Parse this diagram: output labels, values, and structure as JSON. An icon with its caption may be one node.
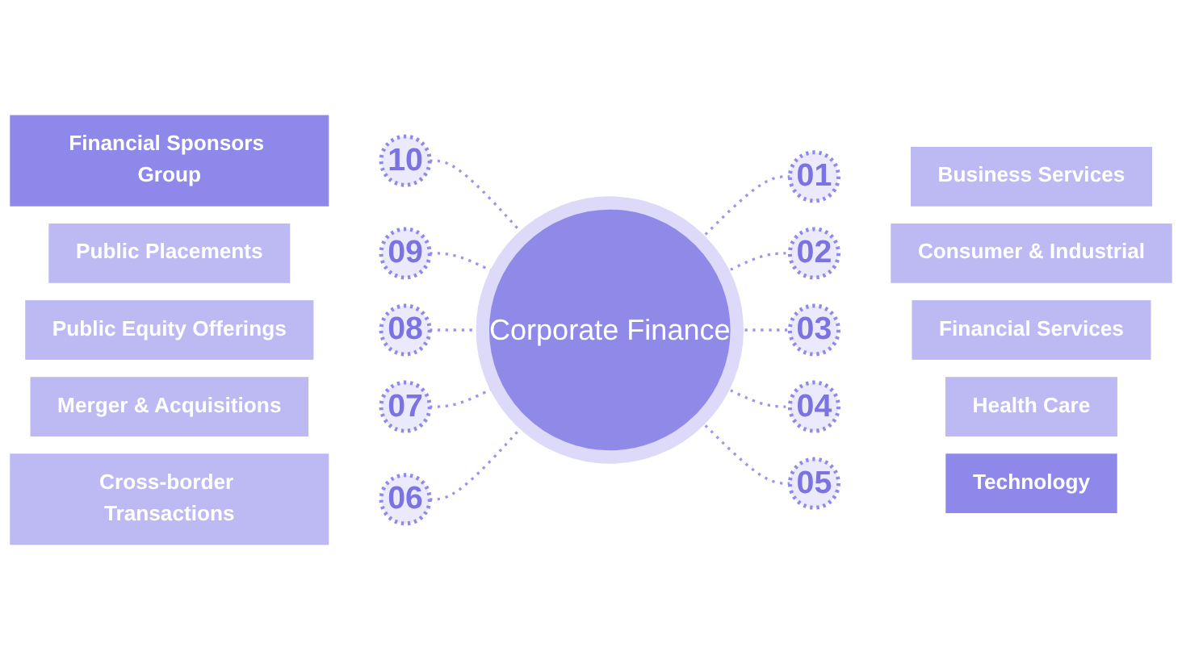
{
  "diagram": {
    "nodes": [
      {
        "text": [
          "Corporate Finance"
        ]
      },
      {
        "text": [
          "01"
        ]
      },
      {
        "text": [
          "Business Services"
        ]
      },
      {
        "text": [
          "02"
        ]
      },
      {
        "text": [
          "Consumer & Industrial"
        ]
      },
      {
        "text": [
          "03"
        ]
      },
      {
        "text": [
          "Financial Services"
        ]
      },
      {
        "text": [
          "04"
        ]
      },
      {
        "text": [
          "Health Care"
        ]
      },
      {
        "text": [
          "05"
        ]
      },
      {
        "text": [
          "Technology"
        ]
      },
      {
        "text": [
          "06"
        ]
      },
      {
        "text": [
          "Cross-border Transactions"
        ]
      },
      {
        "text": [
          "07"
        ]
      },
      {
        "text": [
          "Merger & Acquisitions"
        ]
      },
      {
        "text": [
          "08"
        ]
      },
      {
        "text": [
          "Public Equity Offerings"
        ]
      },
      {
        "text": [
          "09"
        ]
      },
      {
        "text": [
          "Public Placements"
        ]
      },
      {
        "text": [
          "10"
        ]
      },
      {
        "text": [
          "Financial Sponsors Group"
        ]
      }
    ],
    "edges": [
      {
        "from": 0,
        "to": 1,
        "arrow": "none",
        "style": "dashed"
      },
      {
        "from": 0,
        "to": 3,
        "arrow": "none",
        "style": "dashed"
      },
      {
        "from": 0,
        "to": 5,
        "arrow": "none",
        "style": "dashed"
      },
      {
        "from": 0,
        "to": 7,
        "arrow": "none",
        "style": "dashed"
      },
      {
        "from": 0,
        "to": 9,
        "arrow": "none",
        "style": "dashed"
      },
      {
        "from": 19,
        "to": 0,
        "arrow": "none",
        "style": "dashed"
      },
      {
        "from": 17,
        "to": 0,
        "arrow": "none",
        "style": "dashed"
      },
      {
        "from": 15,
        "to": 0,
        "arrow": "none",
        "style": "dashed"
      },
      {
        "from": 13,
        "to": 0,
        "arrow": "none",
        "style": "dashed"
      },
      {
        "from": 11,
        "to": 0,
        "arrow": "none",
        "style": "dashed"
      }
    ]
  }
}
